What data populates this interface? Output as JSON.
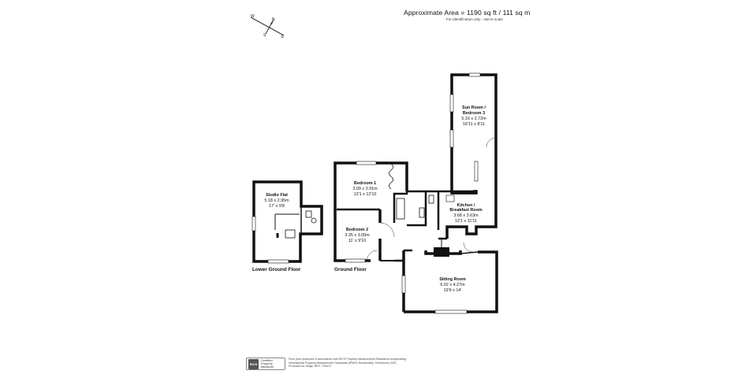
{
  "header": {
    "area": "Approximate Area = 1190 sq ft / 111 sq m",
    "note": "For identification only - Not to scale"
  },
  "compass": {
    "n": "N",
    "s": "S",
    "e": "E",
    "w": "W"
  },
  "rooms": {
    "sun_room": {
      "name_line1": "Sun Room /",
      "name_line2": "Bedroom 3",
      "metric": "5.16 x 2.72m",
      "imperial": "16'11 x 8'11"
    },
    "kitchen": {
      "name_line1": "Kitchen /",
      "name_line2": "Breakfast Room",
      "metric": "3.68 x 3.63m",
      "imperial": "12'1 x 11'11"
    },
    "bedroom1": {
      "name": "Bedroom 1",
      "metric": "3.99 x 3.91m",
      "imperial": "13'1 x 12'10"
    },
    "bedroom2": {
      "name": "Bedroom 2",
      "metric": "3.35 x 3.00m",
      "imperial": "11' x 9'10"
    },
    "sitting_room": {
      "name": "Sitting Room",
      "metric": "6.02 x 4.27m",
      "imperial": "19'9 x 14'"
    },
    "studio_flat": {
      "name": "Studio Flat",
      "metric": "5.18 x 2.95m",
      "imperial": "17' x 9'8"
    }
  },
  "floors": {
    "lower": "Lower Ground Floor",
    "ground": "Ground Floor"
  },
  "badge": {
    "logo": "RICS",
    "line1": "Certified",
    "line2": "Property",
    "line3": "Measurer"
  },
  "footer": {
    "line1": "Floor plan produced in accordance with RICS Property Measurement Standards incorporating",
    "line2": "International Property Measurement Standards (IPMS2 Residential). ©nichecom 2021.",
    "line3": "Produced for Stags.   REF: 735472"
  }
}
